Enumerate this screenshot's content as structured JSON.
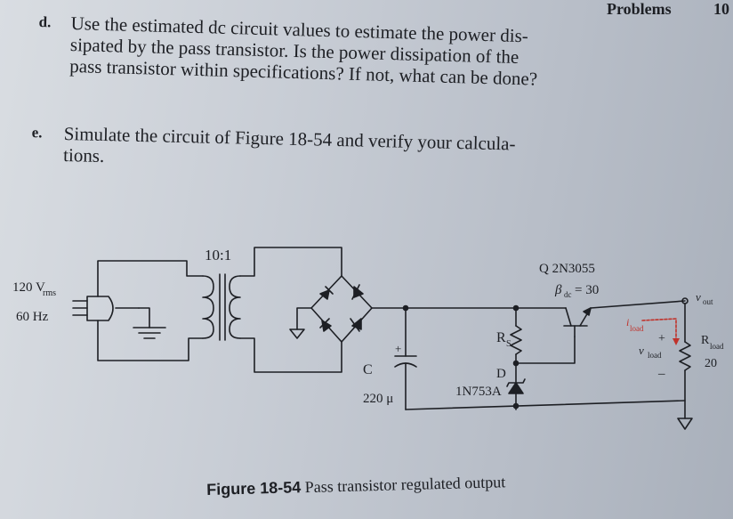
{
  "header": {
    "section": "Problems",
    "page_number": "10"
  },
  "questions": [
    {
      "label": "d.",
      "text": "Use the estimated dc circuit values to estimate the power dis-sipated by the pass transistor. Is the power dissipation of the pass transistor within specifications? If not, what can be done?"
    },
    {
      "label": "e.",
      "text": "Simulate the circuit of Figure 18-54 and verify your calcula-tions."
    }
  ],
  "circuit": {
    "source_voltage": "120 V",
    "source_voltage_sub": "rms",
    "source_freq": "60 Hz",
    "transformer_ratio": "10:1",
    "transistor_name": "Q  2N3055",
    "beta": "β",
    "beta_sub": "dc",
    "beta_value": "= 30",
    "cap_name": "C",
    "cap_value": "220 μ",
    "plus": "+",
    "minus": "–",
    "rs": "R",
    "rs_sub": "S",
    "zener_name": "D",
    "zener_part": "1N753A",
    "vout": "v",
    "vout_sub": "out",
    "iload": "i",
    "iload_sub": "load",
    "vload": "v",
    "vload_sub": "load",
    "rload": "R",
    "rload_sub": "load",
    "rload_value": "20"
  },
  "caption": {
    "figure": "Figure 18-54",
    "title": "Pass transistor regulated output"
  },
  "colors": {
    "ink": "#1d1f24",
    "accent": "#c0322b"
  }
}
